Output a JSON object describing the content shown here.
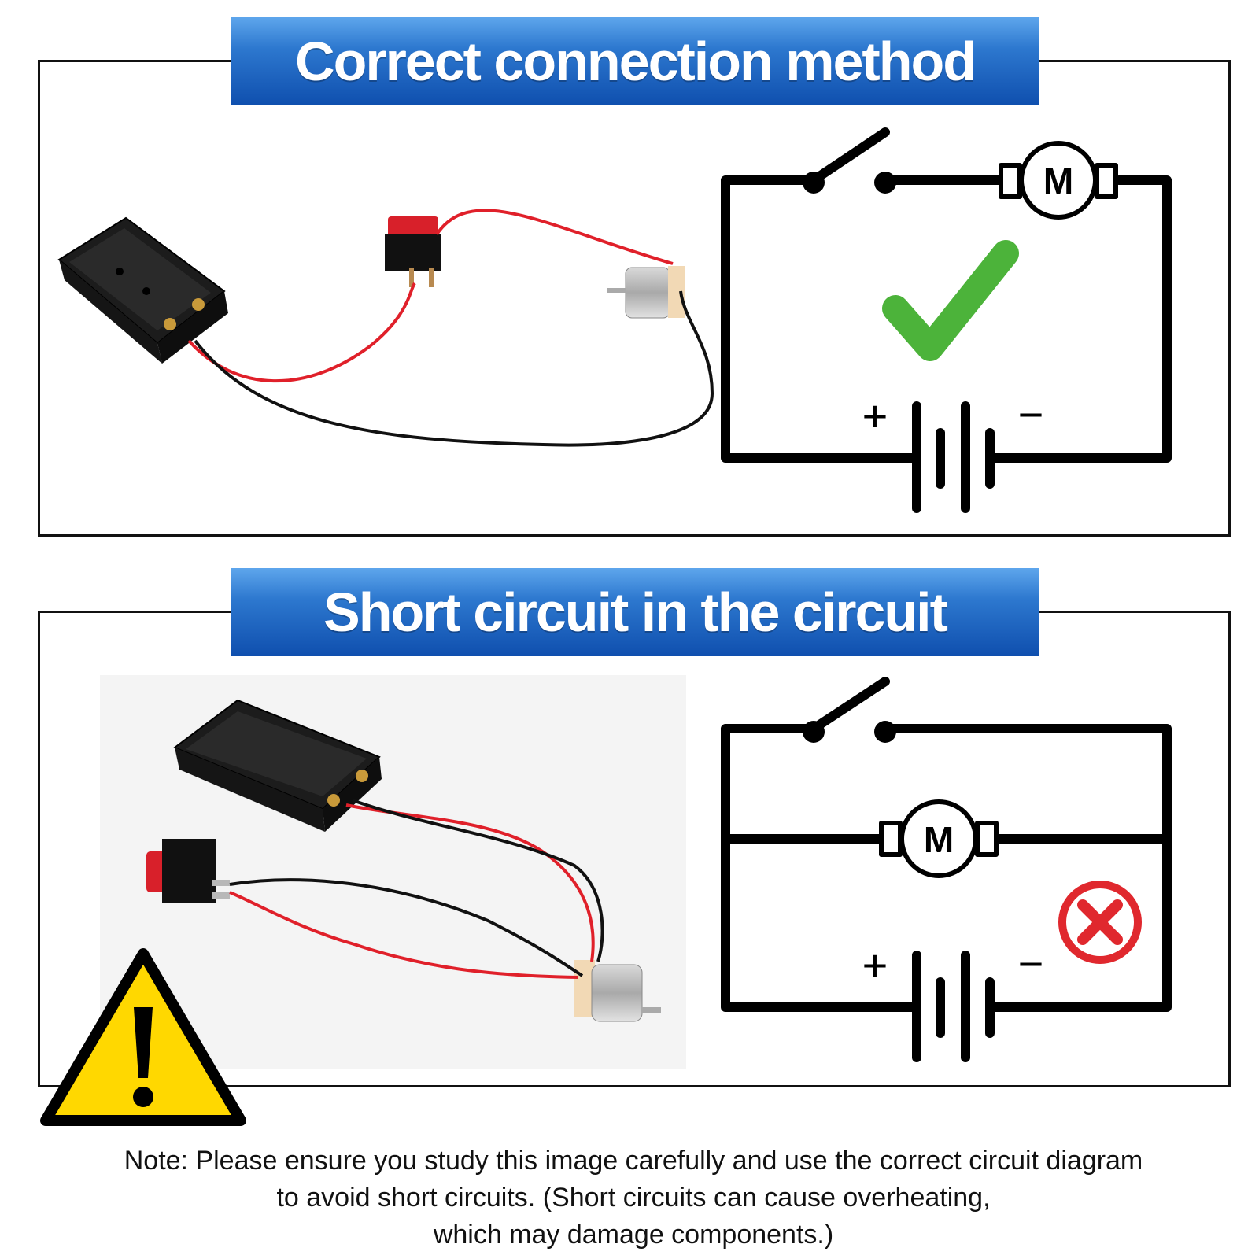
{
  "sections": [
    {
      "title": "Correct connection method",
      "circuit": {
        "type": "series",
        "motor_symbol": "M",
        "battery_plus": "+",
        "battery_minus": "−",
        "status": "correct",
        "status_icon": "check-icon",
        "status_color": "#4cb33a"
      }
    },
    {
      "title": "Short circuit in the circuit",
      "circuit": {
        "type": "parallel-short",
        "motor_symbol": "M",
        "battery_plus": "+",
        "battery_minus": "−",
        "status": "wrong",
        "status_icon": "x-circle-icon",
        "status_color": "#e0282e"
      }
    }
  ],
  "warning_icon": "warning-triangle-icon",
  "warning_color": "#ffd800",
  "note": {
    "line1": "Note: Please ensure you study this image carefully and use the correct circuit diagram",
    "line2": "to avoid short circuits. (Short circuits can cause overheating,",
    "line3": "which may damage components.)"
  },
  "colors": {
    "banner_blue": "#1b5fbf",
    "wire_red": "#e0202a",
    "wire_black": "#111111"
  }
}
